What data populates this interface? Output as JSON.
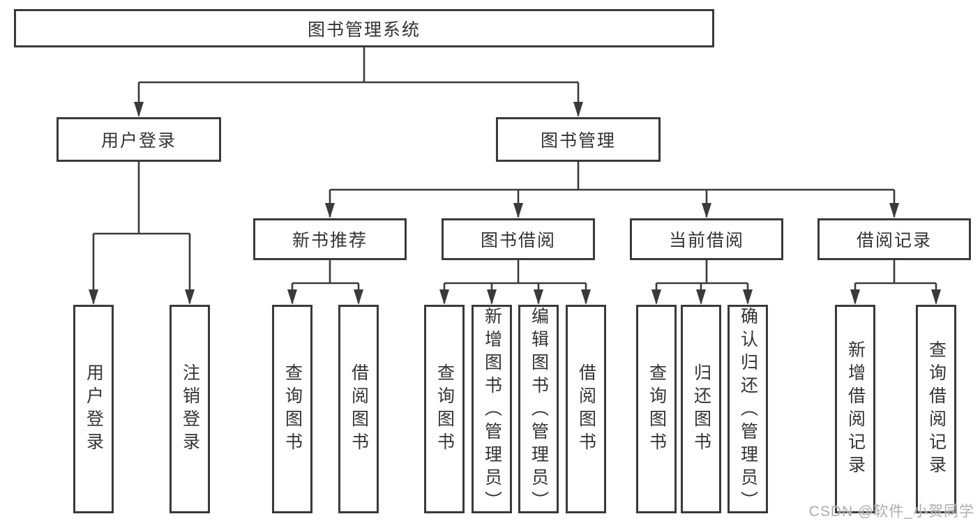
{
  "diagram": {
    "title": "图书管理系统",
    "level2": {
      "user_login": "用户登录",
      "book_mgmt": "图书管理"
    },
    "level3": {
      "new_books": "新书推荐",
      "book_borrow": "图书借阅",
      "current_borrow": "当前借阅",
      "borrow_records": "借阅记录"
    },
    "leaves": {
      "user_login": "用户登录",
      "logout": "注销登录",
      "nb_query": "查询图书",
      "nb_borrow": "借阅图书",
      "bb_query": "查询图书",
      "bb_add": "新增图书（管理员）",
      "bb_edit": "编辑图书（管理员）",
      "bb_borrow": "借阅图书",
      "cb_query": "查询图书",
      "cb_return": "归还图书",
      "cb_confirm": "确认归还（管理员）",
      "rec_add": "新增借阅记录",
      "rec_query": "查询借阅记录"
    }
  },
  "watermark": "CSDN @软件_小贺同学",
  "colors": {
    "line": "#3a3a3a",
    "text": "#333333",
    "background": "#ffffff",
    "watermark": "#a8a8a8"
  }
}
